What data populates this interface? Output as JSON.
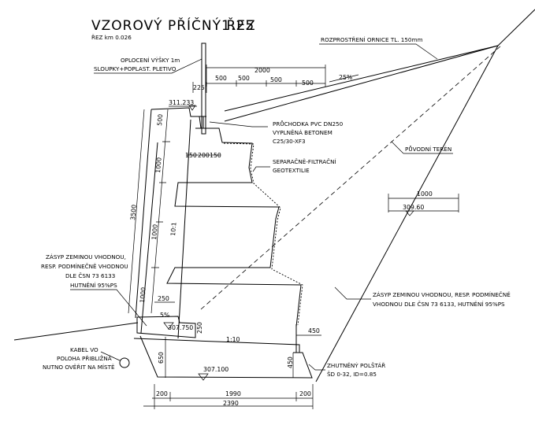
{
  "title": "VZOROVÝ PŘÍČNÝ ŘEZ",
  "scale": "1:25",
  "subtitle": "ŘEZ km 0.026",
  "notes": {
    "fence_1": "OPLOCENÍ VÝŠKY 1m",
    "fence_2": "SLOUPKY+POPLAST. PLETIVO",
    "topsoil": "ROZPROSTŘENÍ ORNICE TL. 150mm",
    "pipe_1": "PRŮCHODKA PVC DN250",
    "pipe_2": "VYPLNĚNÁ BETONEM",
    "pipe_3": "C25/30-XF3",
    "geotextile_1": "SEPARAČNĚ-FILTRAČNÍ",
    "geotextile_2": "GEOTEXTILIE",
    "original_terrain": "PŮVODNÍ TERÉN",
    "backfill_left_1": "ZÁSYP ZEMINOU VHODNOU,",
    "backfill_left_2": "RESP. PODMÍNEČNĚ VHODNOU",
    "backfill_left_3": "DLE ČSN 73 6133",
    "backfill_left_4": "HUTNĚNÍ 95%PS",
    "backfill_right_1": "ZÁSYP ZEMINOU VHODNOU, RESP. PODMÍNEČNĚ",
    "backfill_right_2": "VHODNOU DLE ČSN 73 6133, HUTNĚNÍ 95%PS",
    "cable_1": "KABEL VO",
    "cable_2": "POLOHA PŘIBLIŽNÁ",
    "cable_3": "NUTNO OVĚŘIT NA MÍSTĚ",
    "cushion_1": "ZHUTNĚNÝ POLŠTÁŘ",
    "cushion_2": "ŠD 0-32, ID=0.85"
  },
  "levels": {
    "top_wall": "311.233",
    "right_terrain": "309.60",
    "footing_top": "307.750",
    "cushion_bottom": "307.100"
  },
  "dimensions": {
    "fence_offset": "225",
    "top_total": "2000",
    "top_seg_1": "500",
    "top_seg_2": "500",
    "top_seg_3": "500",
    "top_seg_4": "500",
    "slope_top": "25%",
    "height_total": "3500",
    "height_1": "500",
    "height_2": "1000",
    "height_3": "1000",
    "height_4": "1000",
    "batter": "10:1",
    "block_1": "150",
    "block_2": "200",
    "block_3": "150",
    "right_width": "1000",
    "toe_width": "250",
    "toe_slope": "5%",
    "toe_height": "250",
    "footing_slope": "1:10",
    "right_toe": "450",
    "cushion_height_left": "650",
    "cushion_height_right": "450",
    "bottom_left": "200",
    "bottom_mid": "1990",
    "bottom_right": "200",
    "bottom_total": "2390"
  }
}
